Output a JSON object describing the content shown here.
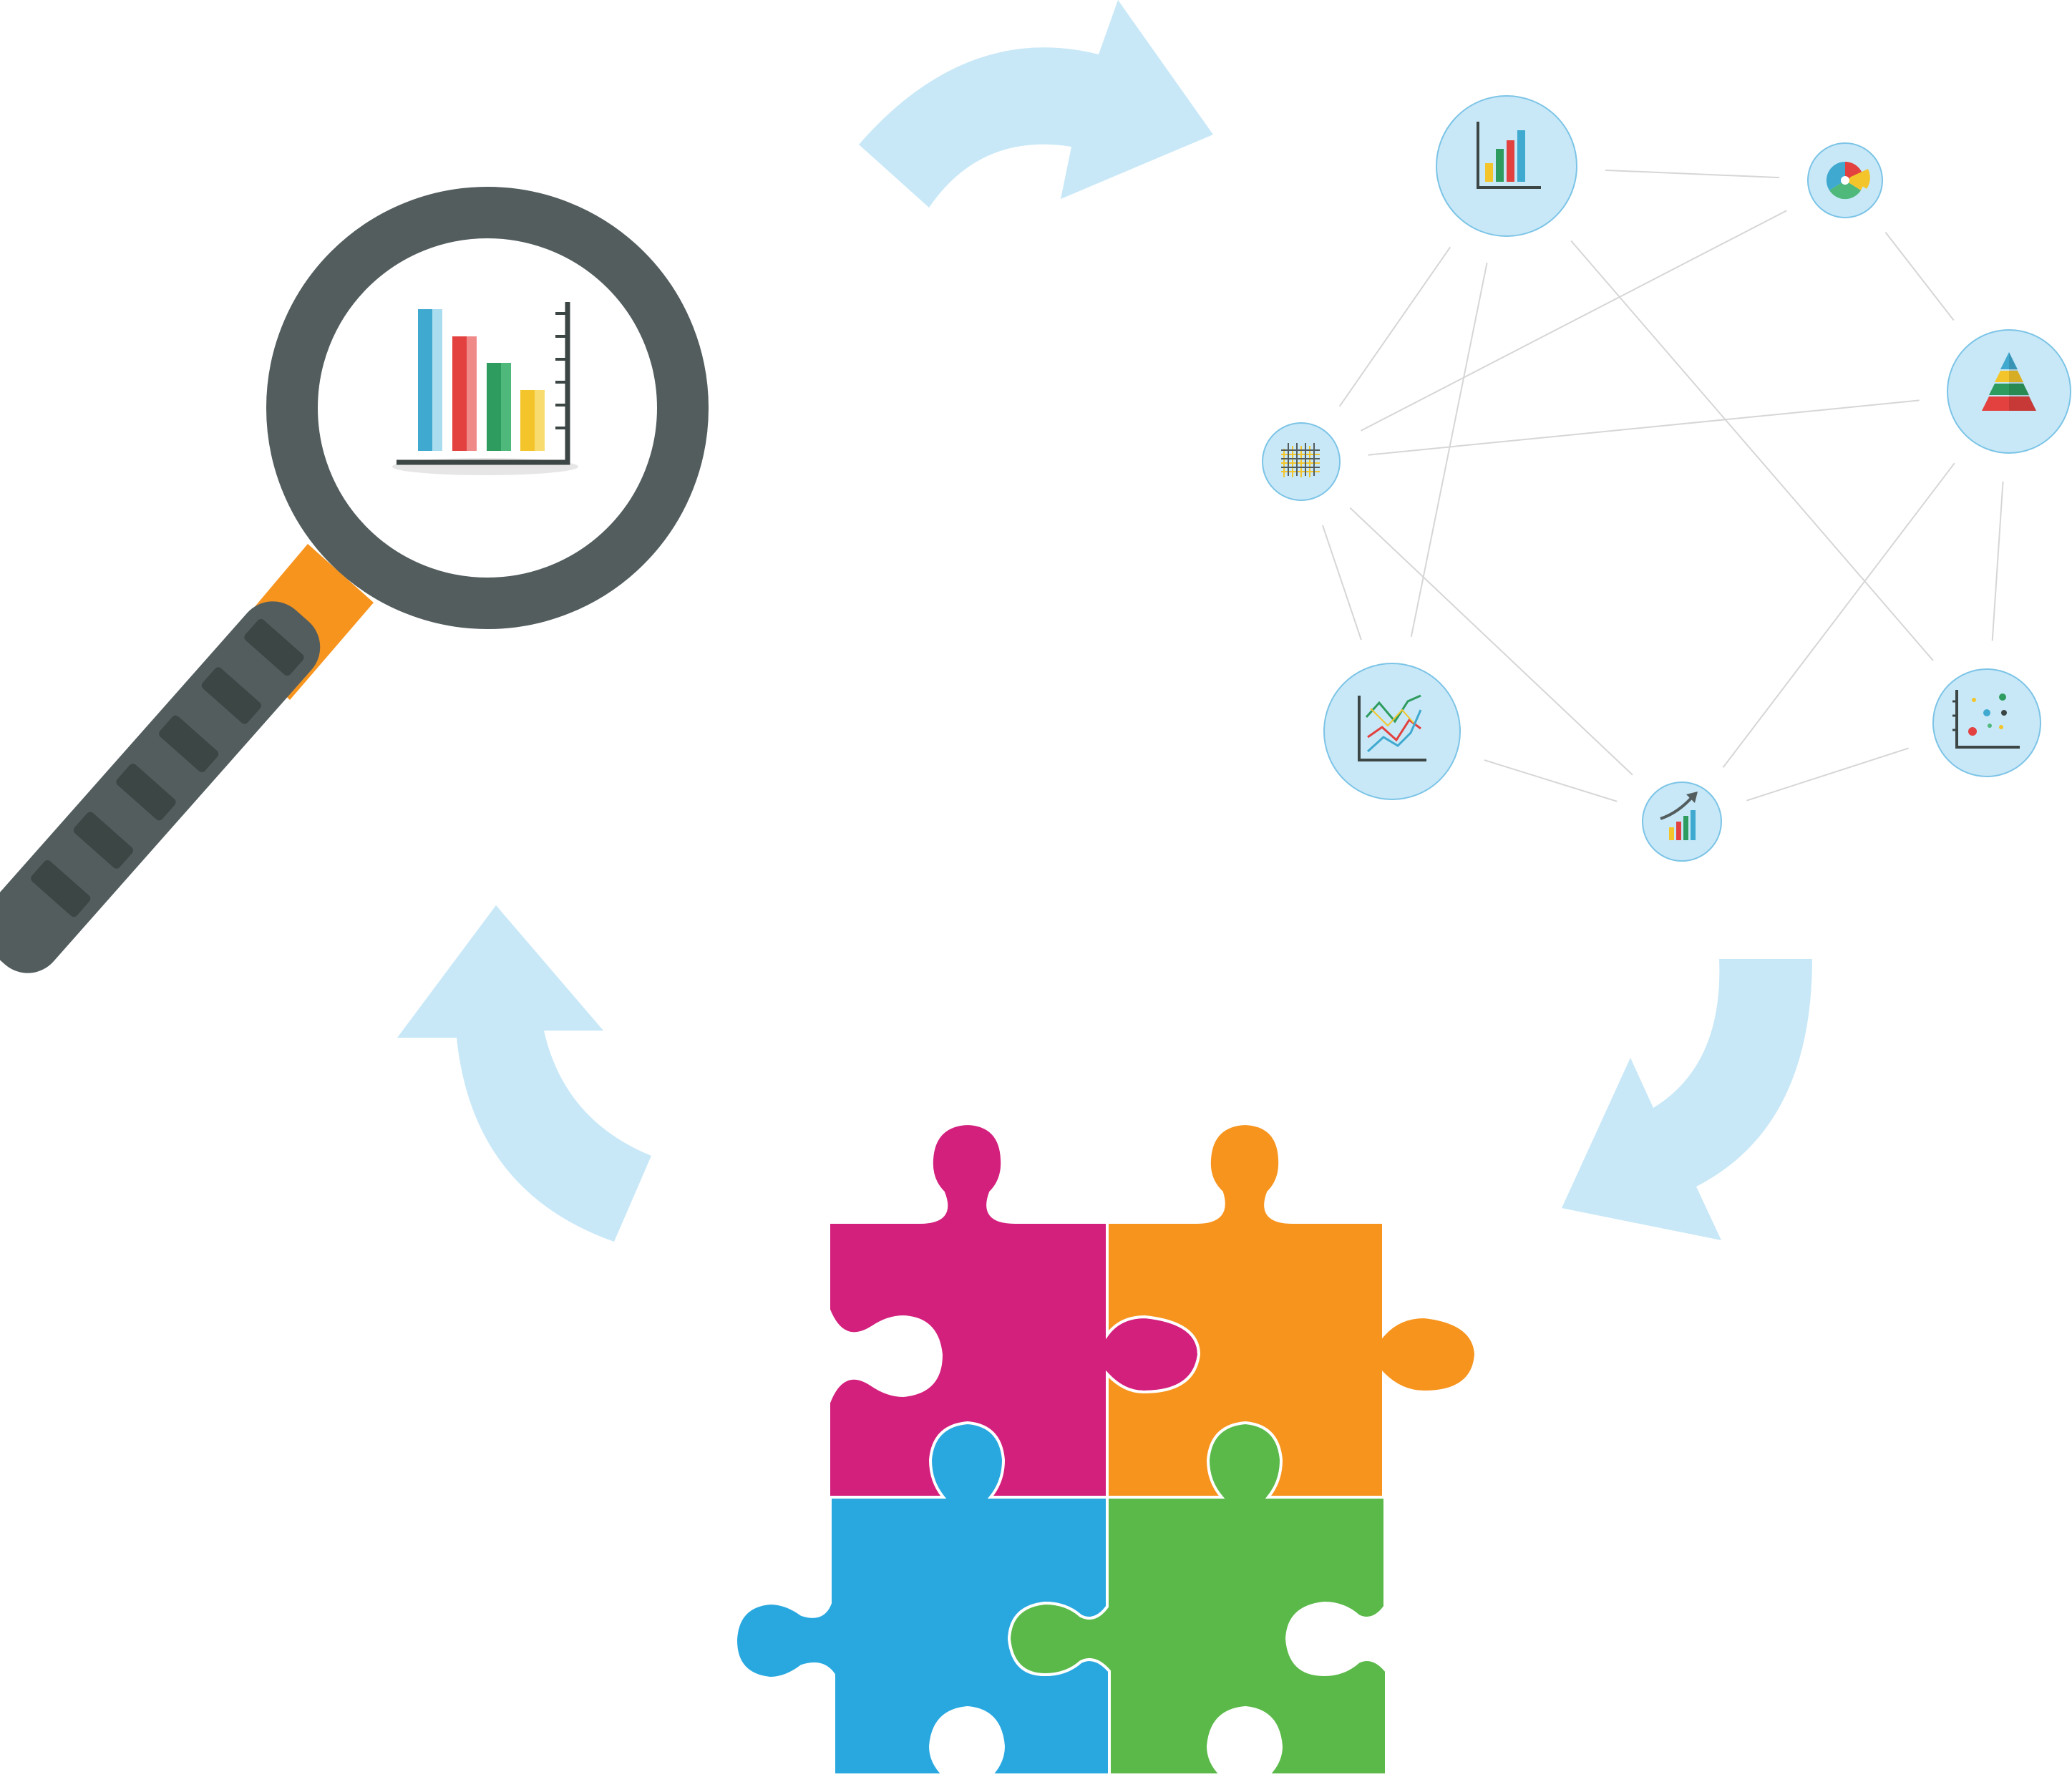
{
  "colors": {
    "arrow": "#c8e8f8",
    "node_fill": "#c8e8f8",
    "node_stroke": "#7cc4e6",
    "edge": "#d6d6d6",
    "magnifier_rim": "#535d5e",
    "magnifier_handle": "#535d5e",
    "magnifier_grip": "#3c4644",
    "magnifier_neck": "#f7941e",
    "bar_blue": "#3fa9cf",
    "bar_red": "#e2413f",
    "bar_green": "#2e9c5f",
    "bar_yellow": "#f4c52a",
    "puzzle_magenta": "#d3207d",
    "puzzle_orange": "#f7941e",
    "puzzle_blue": "#29a8e0",
    "puzzle_green": "#5bb94a"
  },
  "diagram": {
    "stages": [
      {
        "id": "analyze",
        "icon": "magnifier-bar-chart-icon"
      },
      {
        "id": "visualize",
        "icon": "chart-network-icon"
      },
      {
        "id": "solve",
        "icon": "jigsaw-puzzle-icon"
      }
    ],
    "flow": [
      "analyze",
      "visualize",
      "solve",
      "analyze"
    ],
    "network_nodes": [
      {
        "id": "bar",
        "icon": "bar-chart-icon"
      },
      {
        "id": "pie",
        "icon": "pie-chart-icon"
      },
      {
        "id": "pyramid",
        "icon": "pyramid-chart-icon"
      },
      {
        "id": "scatter",
        "icon": "scatter-plot-icon"
      },
      {
        "id": "growth",
        "icon": "growth-bar-chart-icon"
      },
      {
        "id": "line",
        "icon": "line-chart-icon"
      },
      {
        "id": "grid",
        "icon": "grid-chart-icon"
      }
    ],
    "network_edges": [
      [
        "bar",
        "pie"
      ],
      [
        "pie",
        "pyramid"
      ],
      [
        "pyramid",
        "scatter"
      ],
      [
        "scatter",
        "growth"
      ],
      [
        "growth",
        "line"
      ],
      [
        "line",
        "grid"
      ],
      [
        "grid",
        "bar"
      ],
      [
        "bar",
        "line"
      ],
      [
        "bar",
        "scatter"
      ],
      [
        "pie",
        "grid"
      ],
      [
        "grid",
        "pyramid"
      ],
      [
        "grid",
        "growth"
      ],
      [
        "pyramid",
        "growth"
      ]
    ]
  }
}
